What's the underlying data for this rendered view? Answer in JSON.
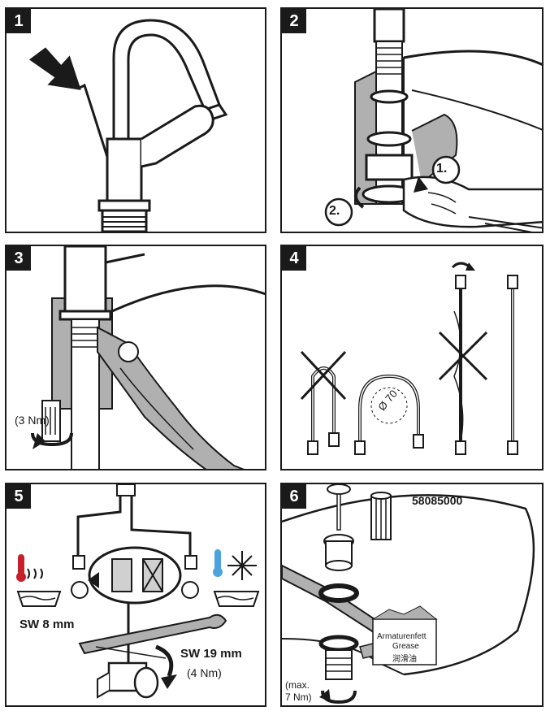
{
  "steps": [
    {
      "number": "1"
    },
    {
      "number": "2",
      "sub_a": "1.",
      "sub_b": "2."
    },
    {
      "number": "3",
      "torque": "(3 Nm)"
    },
    {
      "number": "4",
      "diameter": "Ø 70"
    },
    {
      "number": "5",
      "wrench_small": "SW 8 mm",
      "wrench_large": "SW 19 mm",
      "torque": "(4 Nm)"
    },
    {
      "number": "6",
      "part_number": "58085000",
      "grease_lines": [
        "Armaturenfett",
        "Grease",
        "润滑油"
      ],
      "torque_line1": "(max.",
      "torque_line2": "7 Nm)"
    }
  ],
  "icons": [
    "arrow-icon",
    "wrench-icon",
    "hot-water-icon",
    "cold-water-icon",
    "rotate-icon",
    "cross-icon"
  ]
}
